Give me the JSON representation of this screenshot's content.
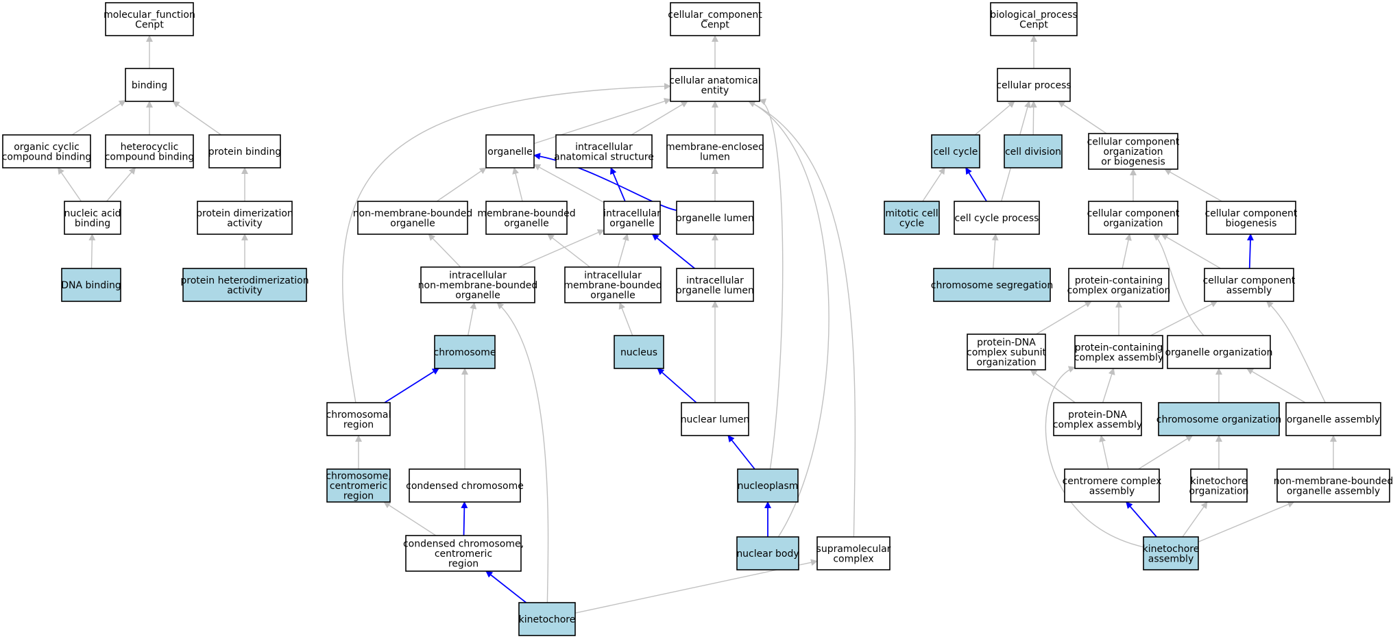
{
  "colors": {
    "node_plain": "#ffffff",
    "node_highlight": "#add8e6",
    "edge_is_a": "#c0c0c0",
    "edge_part_of": "#0000ff",
    "border": "#000000"
  },
  "nodes": {
    "mf_root": {
      "lines": [
        "molecular_function",
        "Cenpt"
      ],
      "highlight": false
    },
    "binding": {
      "lines": [
        "binding"
      ],
      "highlight": false
    },
    "organic_cyclic": {
      "lines": [
        "organic cyclic",
        "compound binding"
      ],
      "highlight": false
    },
    "heterocyclic": {
      "lines": [
        "heterocyclic",
        "compound binding"
      ],
      "highlight": false
    },
    "protein_binding": {
      "lines": [
        "protein binding"
      ],
      "highlight": false
    },
    "nucleic_acid": {
      "lines": [
        "nucleic acid",
        "binding"
      ],
      "highlight": false
    },
    "protein_dimerization": {
      "lines": [
        "protein dimerization",
        "activity"
      ],
      "highlight": false
    },
    "dna_binding": {
      "lines": [
        "DNA binding"
      ],
      "highlight": true
    },
    "protein_heterodimerization": {
      "lines": [
        "protein heterodimerization",
        "activity"
      ],
      "highlight": true
    },
    "cc_root": {
      "lines": [
        "cellular_component",
        "Cenpt"
      ],
      "highlight": false
    },
    "cellular_anatomical": {
      "lines": [
        "cellular anatomical",
        "entity"
      ],
      "highlight": false
    },
    "organelle": {
      "lines": [
        "organelle"
      ],
      "highlight": false
    },
    "intracellular_anatomical": {
      "lines": [
        "intracellular",
        "anatomical structure"
      ],
      "highlight": false
    },
    "membrane_enclosed_lumen": {
      "lines": [
        "membrane-enclosed",
        "lumen"
      ],
      "highlight": false
    },
    "non_membrane_bounded_org": {
      "lines": [
        "non-membrane-bounded",
        "organelle"
      ],
      "highlight": false
    },
    "membrane_bounded_org": {
      "lines": [
        "membrane-bounded",
        "organelle"
      ],
      "highlight": false
    },
    "intracellular_organelle": {
      "lines": [
        "intracellular",
        "organelle"
      ],
      "highlight": false
    },
    "organelle_lumen": {
      "lines": [
        "organelle lumen"
      ],
      "highlight": false
    },
    "intra_non_membrane": {
      "lines": [
        "intracellular",
        "non-membrane-bounded",
        "organelle"
      ],
      "highlight": false
    },
    "intra_membrane": {
      "lines": [
        "intracellular",
        "membrane-bounded",
        "organelle"
      ],
      "highlight": false
    },
    "intra_org_lumen": {
      "lines": [
        "intracellular",
        "organelle lumen"
      ],
      "highlight": false
    },
    "chromosome": {
      "lines": [
        "chromosome"
      ],
      "highlight": true
    },
    "nucleus": {
      "lines": [
        "nucleus"
      ],
      "highlight": true
    },
    "chromosomal_region": {
      "lines": [
        "chromosomal",
        "region"
      ],
      "highlight": false
    },
    "nuclear_lumen": {
      "lines": [
        "nuclear lumen"
      ],
      "highlight": false
    },
    "chrom_centromeric": {
      "lines": [
        "chromosome,",
        "centromeric",
        "region"
      ],
      "highlight": true
    },
    "condensed_chromosome": {
      "lines": [
        "condensed chromosome"
      ],
      "highlight": false
    },
    "nucleoplasm": {
      "lines": [
        "nucleoplasm"
      ],
      "highlight": true
    },
    "condensed_centromeric": {
      "lines": [
        "condensed chromosome,",
        "centromeric",
        "region"
      ],
      "highlight": false
    },
    "nuclear_body": {
      "lines": [
        "nuclear body"
      ],
      "highlight": true
    },
    "supramolecular": {
      "lines": [
        "supramolecular",
        "complex"
      ],
      "highlight": false
    },
    "kinetochore": {
      "lines": [
        "kinetochore"
      ],
      "highlight": true
    },
    "bp_root": {
      "lines": [
        "biological_process",
        "Cenpt"
      ],
      "highlight": false
    },
    "cellular_process": {
      "lines": [
        "cellular process"
      ],
      "highlight": false
    },
    "cell_cycle": {
      "lines": [
        "cell cycle"
      ],
      "highlight": true
    },
    "cell_division": {
      "lines": [
        "cell division"
      ],
      "highlight": true
    },
    "cc_org_biogenesis": {
      "lines": [
        "cellular component",
        "organization",
        "or biogenesis"
      ],
      "highlight": false
    },
    "mitotic_cell_cycle": {
      "lines": [
        "mitotic cell",
        "cycle"
      ],
      "highlight": true
    },
    "cell_cycle_process": {
      "lines": [
        "cell cycle process"
      ],
      "highlight": false
    },
    "cc_organization": {
      "lines": [
        "cellular component",
        "organization"
      ],
      "highlight": false
    },
    "cc_biogenesis": {
      "lines": [
        "cellular component",
        "biogenesis"
      ],
      "highlight": false
    },
    "chromosome_segregation": {
      "lines": [
        "chromosome segregation"
      ],
      "highlight": true
    },
    "protein_complex_org": {
      "lines": [
        "protein-containing",
        "complex organization"
      ],
      "highlight": false
    },
    "cc_assembly": {
      "lines": [
        "cellular component",
        "assembly"
      ],
      "highlight": false
    },
    "protein_dna_subunit": {
      "lines": [
        "protein-DNA",
        "complex subunit",
        "organization"
      ],
      "highlight": false
    },
    "protein_complex_assembly": {
      "lines": [
        "protein-containing",
        "complex assembly"
      ],
      "highlight": false
    },
    "organelle_organization": {
      "lines": [
        "organelle organization"
      ],
      "highlight": false
    },
    "protein_dna_assembly": {
      "lines": [
        "protein-DNA",
        "complex assembly"
      ],
      "highlight": false
    },
    "chromosome_organization": {
      "lines": [
        "chromosome organization"
      ],
      "highlight": true
    },
    "organelle_assembly": {
      "lines": [
        "organelle assembly"
      ],
      "highlight": false
    },
    "centromere_assembly": {
      "lines": [
        "centromere complex",
        "assembly"
      ],
      "highlight": false
    },
    "kinetochore_organization": {
      "lines": [
        "kinetochore",
        "organization"
      ],
      "highlight": false
    },
    "non_membrane_org_assembly": {
      "lines": [
        "non-membrane-bounded",
        "organelle assembly"
      ],
      "highlight": false
    },
    "kinetochore_assembly": {
      "lines": [
        "kinetochore",
        "assembly"
      ],
      "highlight": true
    }
  },
  "edges": [
    {
      "from": "binding",
      "to": "mf_root",
      "type": "is_a"
    },
    {
      "from": "organic_cyclic",
      "to": "binding",
      "type": "is_a"
    },
    {
      "from": "heterocyclic",
      "to": "binding",
      "type": "is_a"
    },
    {
      "from": "protein_binding",
      "to": "binding",
      "type": "is_a"
    },
    {
      "from": "nucleic_acid",
      "to": "organic_cyclic",
      "type": "is_a"
    },
    {
      "from": "nucleic_acid",
      "to": "heterocyclic",
      "type": "is_a"
    },
    {
      "from": "protein_dimerization",
      "to": "protein_binding",
      "type": "is_a"
    },
    {
      "from": "dna_binding",
      "to": "nucleic_acid",
      "type": "is_a"
    },
    {
      "from": "protein_heterodimerization",
      "to": "protein_dimerization",
      "type": "is_a"
    },
    {
      "from": "cellular_anatomical",
      "to": "cc_root",
      "type": "is_a"
    },
    {
      "from": "organelle",
      "to": "cellular_anatomical",
      "type": "is_a"
    },
    {
      "from": "intracellular_anatomical",
      "to": "cellular_anatomical",
      "type": "is_a"
    },
    {
      "from": "membrane_enclosed_lumen",
      "to": "cellular_anatomical",
      "type": "is_a"
    },
    {
      "from": "chromosomal_region",
      "to": "cellular_anatomical",
      "type": "is_a"
    },
    {
      "from": "nucleoplasm",
      "to": "cellular_anatomical",
      "type": "is_a"
    },
    {
      "from": "nuclear_body",
      "to": "cellular_anatomical",
      "type": "is_a"
    },
    {
      "from": "supramolecular",
      "to": "cellular_anatomical",
      "type": "is_a"
    },
    {
      "from": "non_membrane_bounded_org",
      "to": "organelle",
      "type": "is_a"
    },
    {
      "from": "membrane_bounded_org",
      "to": "organelle",
      "type": "is_a"
    },
    {
      "from": "intracellular_organelle",
      "to": "organelle",
      "type": "is_a"
    },
    {
      "from": "intracellular_organelle",
      "to": "intracellular_anatomical",
      "type": "part_of"
    },
    {
      "from": "organelle_lumen",
      "to": "organelle",
      "type": "part_of"
    },
    {
      "from": "organelle_lumen",
      "to": "membrane_enclosed_lumen",
      "type": "is_a"
    },
    {
      "from": "intra_non_membrane",
      "to": "non_membrane_bounded_org",
      "type": "is_a"
    },
    {
      "from": "intra_non_membrane",
      "to": "intracellular_organelle",
      "type": "is_a"
    },
    {
      "from": "intra_membrane",
      "to": "membrane_bounded_org",
      "type": "is_a"
    },
    {
      "from": "intra_membrane",
      "to": "intracellular_organelle",
      "type": "is_a"
    },
    {
      "from": "intra_org_lumen",
      "to": "intracellular_organelle",
      "type": "part_of"
    },
    {
      "from": "intra_org_lumen",
      "to": "organelle_lumen",
      "type": "is_a"
    },
    {
      "from": "chromosome",
      "to": "intra_non_membrane",
      "type": "is_a"
    },
    {
      "from": "nucleus",
      "to": "intra_membrane",
      "type": "is_a"
    },
    {
      "from": "chromosomal_region",
      "to": "chromosome",
      "type": "part_of"
    },
    {
      "from": "condensed_chromosome",
      "to": "chromosome",
      "type": "is_a"
    },
    {
      "from": "nuclear_lumen",
      "to": "nucleus",
      "type": "part_of"
    },
    {
      "from": "nuclear_lumen",
      "to": "intra_org_lumen",
      "type": "is_a"
    },
    {
      "from": "chrom_centromeric",
      "to": "chromosomal_region",
      "type": "is_a"
    },
    {
      "from": "nucleoplasm",
      "to": "nuclear_lumen",
      "type": "part_of"
    },
    {
      "from": "condensed_centromeric",
      "to": "chrom_centromeric",
      "type": "is_a"
    },
    {
      "from": "condensed_centromeric",
      "to": "condensed_chromosome",
      "type": "part_of"
    },
    {
      "from": "nuclear_body",
      "to": "nucleoplasm",
      "type": "part_of"
    },
    {
      "from": "kinetochore",
      "to": "condensed_centromeric",
      "type": "part_of"
    },
    {
      "from": "kinetochore",
      "to": "intra_non_membrane",
      "type": "is_a"
    },
    {
      "from": "kinetochore",
      "to": "supramolecular",
      "type": "is_a"
    },
    {
      "from": "cellular_process",
      "to": "bp_root",
      "type": "is_a"
    },
    {
      "from": "cell_cycle",
      "to": "cellular_process",
      "type": "is_a"
    },
    {
      "from": "cell_division",
      "to": "cellular_process",
      "type": "is_a"
    },
    {
      "from": "cc_org_biogenesis",
      "to": "cellular_process",
      "type": "is_a"
    },
    {
      "from": "cell_cycle_process",
      "to": "cellular_process",
      "type": "is_a"
    },
    {
      "from": "mitotic_cell_cycle",
      "to": "cell_cycle",
      "type": "is_a"
    },
    {
      "from": "cell_cycle_process",
      "to": "cell_cycle",
      "type": "part_of"
    },
    {
      "from": "cc_organization",
      "to": "cc_org_biogenesis",
      "type": "is_a"
    },
    {
      "from": "cc_biogenesis",
      "to": "cc_org_biogenesis",
      "type": "is_a"
    },
    {
      "from": "chromosome_segregation",
      "to": "cell_cycle_process",
      "type": "is_a"
    },
    {
      "from": "protein_complex_org",
      "to": "cc_organization",
      "type": "is_a"
    },
    {
      "from": "cc_assembly",
      "to": "cc_organization",
      "type": "is_a"
    },
    {
      "from": "cc_assembly",
      "to": "cc_biogenesis",
      "type": "part_of"
    },
    {
      "from": "organelle_organization",
      "to": "cc_organization",
      "type": "is_a"
    },
    {
      "from": "protein_dna_subunit",
      "to": "protein_complex_org",
      "type": "is_a"
    },
    {
      "from": "protein_complex_assembly",
      "to": "protein_complex_org",
      "type": "is_a"
    },
    {
      "from": "protein_complex_assembly",
      "to": "cc_assembly",
      "type": "is_a"
    },
    {
      "from": "organelle_assembly",
      "to": "cc_assembly",
      "type": "is_a"
    },
    {
      "from": "protein_dna_assembly",
      "to": "protein_dna_subunit",
      "type": "is_a"
    },
    {
      "from": "protein_dna_assembly",
      "to": "protein_complex_assembly",
      "type": "is_a"
    },
    {
      "from": "chromosome_organization",
      "to": "organelle_organization",
      "type": "is_a"
    },
    {
      "from": "organelle_assembly",
      "to": "organelle_organization",
      "type": "is_a"
    },
    {
      "from": "centromere_assembly",
      "to": "protein_dna_assembly",
      "type": "is_a"
    },
    {
      "from": "centromere_assembly",
      "to": "chromosome_organization",
      "type": "is_a"
    },
    {
      "from": "kinetochore_organization",
      "to": "chromosome_organization",
      "type": "is_a"
    },
    {
      "from": "non_membrane_org_assembly",
      "to": "organelle_assembly",
      "type": "is_a"
    },
    {
      "from": "kinetochore_assembly",
      "to": "centromere_assembly",
      "type": "part_of"
    },
    {
      "from": "kinetochore_assembly",
      "to": "kinetochore_organization",
      "type": "is_a"
    },
    {
      "from": "kinetochore_assembly",
      "to": "non_membrane_org_assembly",
      "type": "is_a"
    },
    {
      "from": "kinetochore_assembly",
      "to": "protein_complex_assembly",
      "type": "is_a"
    }
  ]
}
